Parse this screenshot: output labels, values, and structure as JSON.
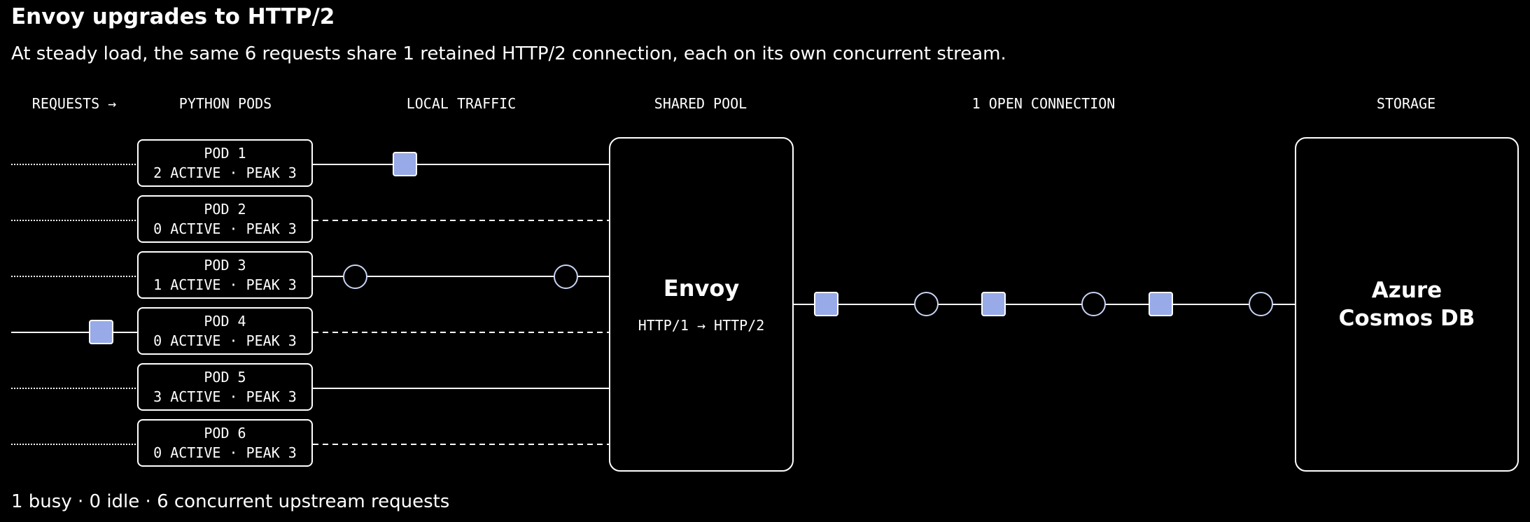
{
  "title": "Envoy upgrades to HTTP/2",
  "subtitle": "At steady load, the same 6 requests share 1 retained HTTP/2 connection, each on its own concurrent stream.",
  "columns": {
    "requests": "REQUESTS →",
    "python_pods": "PYTHON PODS",
    "local_traffic": "LOCAL TRAFFIC",
    "shared_pool": "SHARED POOL",
    "open_connection": "1 OPEN CONNECTION",
    "storage": "STORAGE"
  },
  "pods": [
    {
      "name": "POD 1",
      "status": "2 ACTIVE · PEAK 3"
    },
    {
      "name": "POD 2",
      "status": "0 ACTIVE · PEAK 3"
    },
    {
      "name": "POD 3",
      "status": "1 ACTIVE · PEAK 3"
    },
    {
      "name": "POD 4",
      "status": "0 ACTIVE · PEAK 3"
    },
    {
      "name": "POD 5",
      "status": "3 ACTIVE · PEAK 3"
    },
    {
      "name": "POD 6",
      "status": "0 ACTIVE · PEAK 3"
    }
  ],
  "envoy": {
    "name": "Envoy",
    "protocol": "HTTP/1 → HTTP/2"
  },
  "storage": {
    "name": "Azure\nCosmos DB"
  },
  "footer": "1 busy · 0 idle · 6 concurrent upstream requests",
  "colors": {
    "request_token": "#98aae8",
    "response_ring": "#c9d4f5",
    "background": "#000000",
    "line": "#ffffff"
  }
}
